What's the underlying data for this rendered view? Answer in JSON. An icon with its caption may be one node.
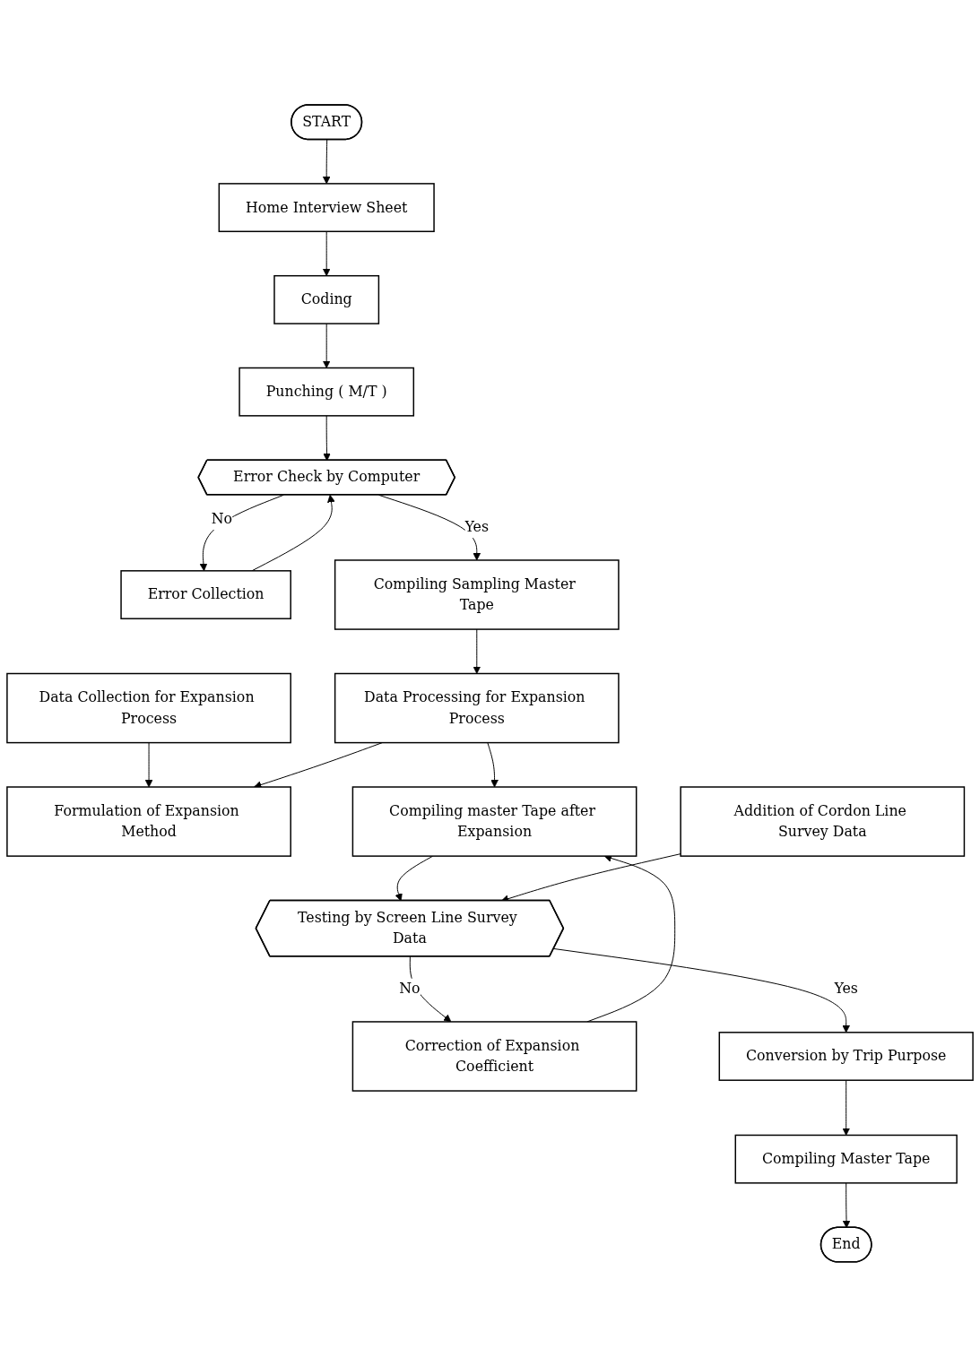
{
  "diagram": {
    "nodes": [
      {
        "text": [
          "START"
        ]
      },
      {
        "text": [
          "Home Interview Sheet"
        ]
      },
      {
        "text": [
          "Coding"
        ]
      },
      {
        "text": [
          "Punching ( M/T )"
        ]
      },
      {
        "text": [
          "Error Check by Computer"
        ]
      },
      {
        "text": [
          "Error Collection"
        ]
      },
      {
        "text": [
          "Compiling Sampling Master Tape"
        ]
      },
      {
        "text": [
          "Data Collection for Expansion Process"
        ]
      },
      {
        "text": [
          "Data Processing for Expansion Process"
        ]
      },
      {
        "text": [
          "Formulation of Expansion Method"
        ]
      },
      {
        "text": [
          "Compiling master Tape after Expansion"
        ]
      },
      {
        "text": [
          "Correction of Expansion Coefficient"
        ]
      },
      {
        "text": [
          "Addition of Cordon Line Survey Data"
        ]
      },
      {
        "text": [
          "Testing by Screen Line Survey Data"
        ]
      },
      {
        "text": [
          "Conversion by Trip Purpose"
        ]
      },
      {
        "text": [
          "Compiling Master Tape"
        ]
      },
      {
        "text": [
          "End"
        ]
      }
    ],
    "edges": [
      {
        "from": 0,
        "to": 1,
        "arrow": "to"
      },
      {
        "from": 1,
        "to": 2,
        "arrow": "to"
      },
      {
        "from": 2,
        "to": 3,
        "arrow": "to"
      },
      {
        "from": 3,
        "to": 4,
        "arrow": "to"
      },
      {
        "from": 4,
        "to": 5,
        "arrow": "to",
        "label": "No"
      },
      {
        "from": 5,
        "to": 4,
        "arrow": "to"
      },
      {
        "from": 4,
        "to": 6,
        "arrow": "to",
        "label": "Yes"
      },
      {
        "from": 6,
        "to": 8,
        "arrow": "to"
      },
      {
        "from": 7,
        "to": 9,
        "arrow": "to"
      },
      {
        "from": 8,
        "to": 9,
        "arrow": "to"
      },
      {
        "from": 8,
        "to": 10,
        "arrow": "to"
      },
      {
        "from": 11,
        "to": 10,
        "arrow": "to"
      },
      {
        "from": 10,
        "to": 13,
        "arrow": "to"
      },
      {
        "from": 12,
        "to": 13,
        "arrow": "to"
      },
      {
        "from": 13,
        "to": 11,
        "arrow": "to",
        "label": "No"
      },
      {
        "from": 13,
        "to": 14,
        "arrow": "to",
        "label": "Yes"
      },
      {
        "from": 14,
        "to": 15,
        "arrow": "to"
      },
      {
        "from": 15,
        "to": 16,
        "arrow": "to"
      }
    ]
  }
}
